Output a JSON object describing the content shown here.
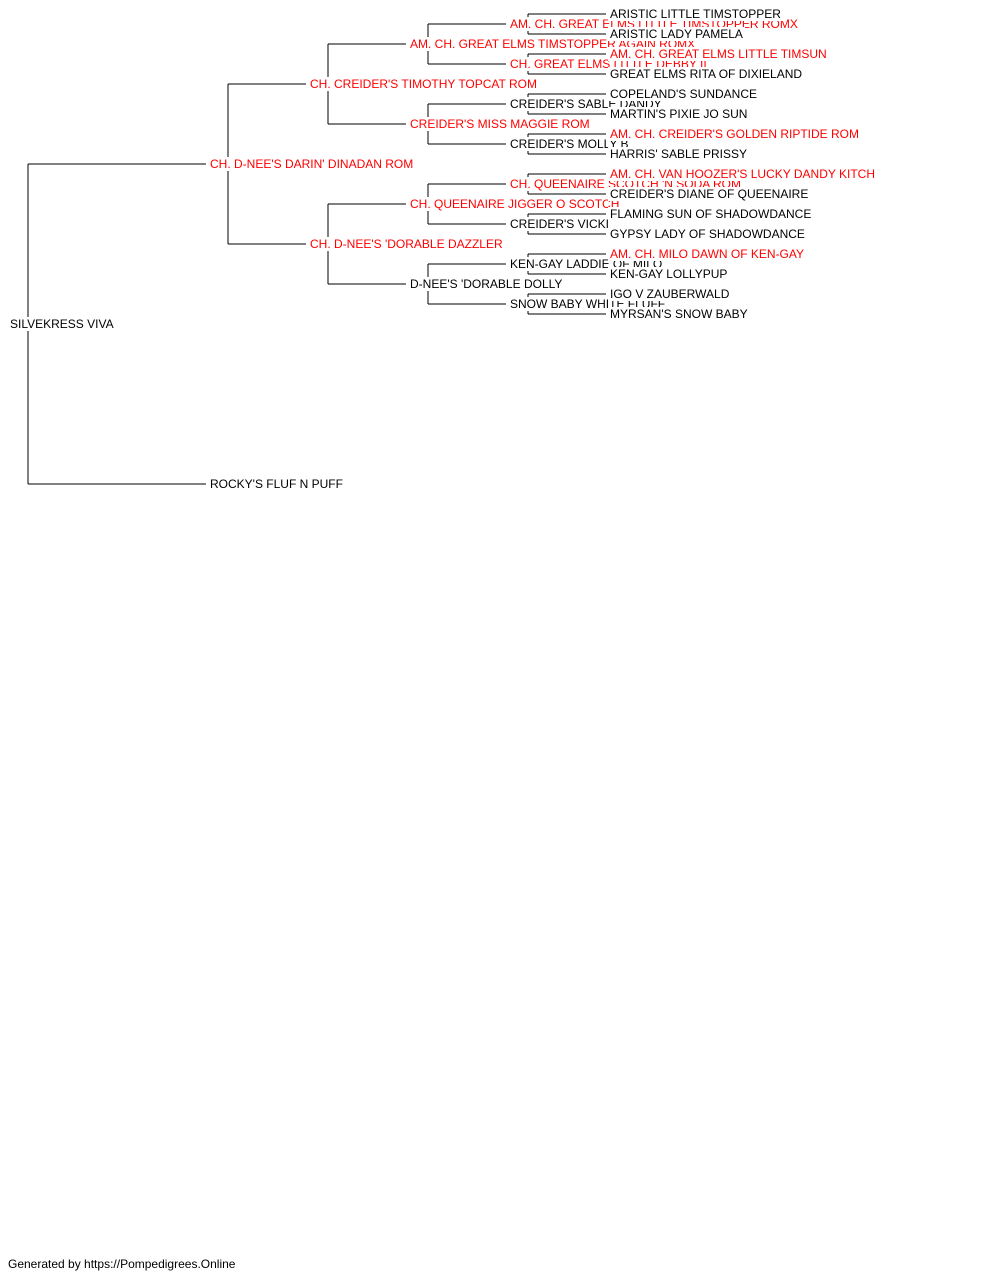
{
  "colors": {
    "champion": "#ff0000",
    "default": "#000000",
    "line": "#000000"
  },
  "pedigree": {
    "name": "SILVEKRESS VIVA",
    "champion": false,
    "sire": {
      "name": "CH. D-NEE'S DARIN' DINADAN ROM",
      "champion": true,
      "sire": {
        "name": "CH. CREIDER'S TIMOTHY TOPCAT ROM",
        "champion": true,
        "sire": {
          "name": "AM. CH. GREAT ELMS TIMSTOPPER AGAIN ROMX",
          "champion": true,
          "sire": {
            "name": "AM. CH. GREAT ELMS LITTLE TIMSTOPPER ROMX",
            "champion": true,
            "sire": {
              "name": "ARISTIC LITTLE TIMSTOPPER",
              "champion": false
            },
            "dam": {
              "name": "ARISTIC LADY PAMELA",
              "champion": false
            }
          },
          "dam": {
            "name": "CH. GREAT ELMS LITTLE DEBBY II",
            "champion": true,
            "sire": {
              "name": "AM. CH. GREAT ELMS LITTLE TIMSUN",
              "champion": true
            },
            "dam": {
              "name": "GREAT ELMS RITA OF DIXIELAND",
              "champion": false
            }
          }
        },
        "dam": {
          "name": "CREIDER'S MISS MAGGIE ROM",
          "champion": true,
          "sire": {
            "name": "CREIDER'S SABLE DANDY",
            "champion": false,
            "sire": {
              "name": "COPELAND'S SUNDANCE",
              "champion": false
            },
            "dam": {
              "name": "MARTIN'S PIXIE JO SUN",
              "champion": false
            }
          },
          "dam": {
            "name": "CREIDER'S MOLLY B",
            "champion": false,
            "sire": {
              "name": "AM. CH. CREIDER'S GOLDEN RIPTIDE ROM",
              "champion": true
            },
            "dam": {
              "name": "HARRIS' SABLE PRISSY",
              "champion": false
            }
          }
        }
      },
      "dam": {
        "name": "CH. D-NEE'S 'DORABLE DAZZLER",
        "champion": true,
        "sire": {
          "name": "CH. QUEENAIRE JIGGER O SCOTCH",
          "champion": true,
          "sire": {
            "name": "CH. QUEENAIRE SCOTCH 'N SODA ROM",
            "champion": true,
            "sire": {
              "name": "AM. CH. VAN HOOZER'S LUCKY DANDY KITCH",
              "champion": true
            },
            "dam": {
              "name": "CREIDER'S DIANE OF QUEENAIRE",
              "champion": false
            }
          },
          "dam": {
            "name": "CREIDER'S VICKI",
            "champion": false,
            "sire": {
              "name": "FLAMING SUN OF SHADOWDANCE",
              "champion": false
            },
            "dam": {
              "name": "GYPSY LADY OF SHADOWDANCE",
              "champion": false
            }
          }
        },
        "dam": {
          "name": "D-NEE'S 'DORABLE DOLLY",
          "champion": false,
          "sire": {
            "name": "KEN-GAY LADDIE OF MILO",
            "champion": false,
            "sire": {
              "name": "AM. CH. MILO DAWN OF KEN-GAY",
              "champion": true
            },
            "dam": {
              "name": "KEN-GAY LOLLYPUP",
              "champion": false
            }
          },
          "dam": {
            "name": "SNOW BABY WHITE FLUFF",
            "champion": false,
            "sire": {
              "name": "IGO V ZAUBERWALD",
              "champion": false
            },
            "dam": {
              "name": "MYRSAN'S SNOW BABY",
              "champion": false
            }
          }
        }
      }
    },
    "dam": {
      "name": "ROCKY'S FLUF N PUFF",
      "champion": false
    }
  },
  "footer": "Generated by https://Pompedigrees.Online"
}
